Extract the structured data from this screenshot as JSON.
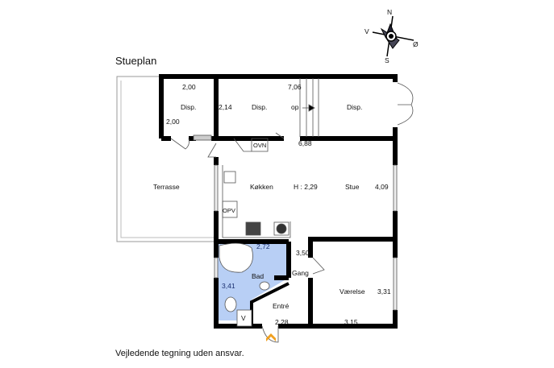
{
  "title": "Stueplan",
  "note": "Vejledende tegning uden ansvar.",
  "compass": {
    "n": "N",
    "s": "S",
    "w": "V",
    "e": "Ø"
  },
  "rooms": {
    "terrasse": "Terrasse",
    "disp1": "Disp.",
    "disp2": "Disp.",
    "disp3": "Disp.",
    "kokken": "Køkken",
    "height": "H : 2,29",
    "stue": "Stue",
    "bad": "Bad",
    "gang": "Gang",
    "entre": "Entré",
    "vaerelse": "Værelse"
  },
  "fixtures": {
    "ovn": "OVN",
    "opv": "OPV",
    "v": "V",
    "op": "op"
  },
  "dims": {
    "d1": "2,00",
    "d2": "2,00",
    "d3": "7,06",
    "d4": "2,14",
    "d5": "6,88",
    "d6": "4,09",
    "d7": "2,72",
    "d8": "3,50",
    "d9": "3,41",
    "d10": "3,31",
    "d11": "2,28",
    "d12": "3,15"
  },
  "colors": {
    "bath": "#b8cff5",
    "wall": "#000000",
    "door": "#f0a020"
  }
}
